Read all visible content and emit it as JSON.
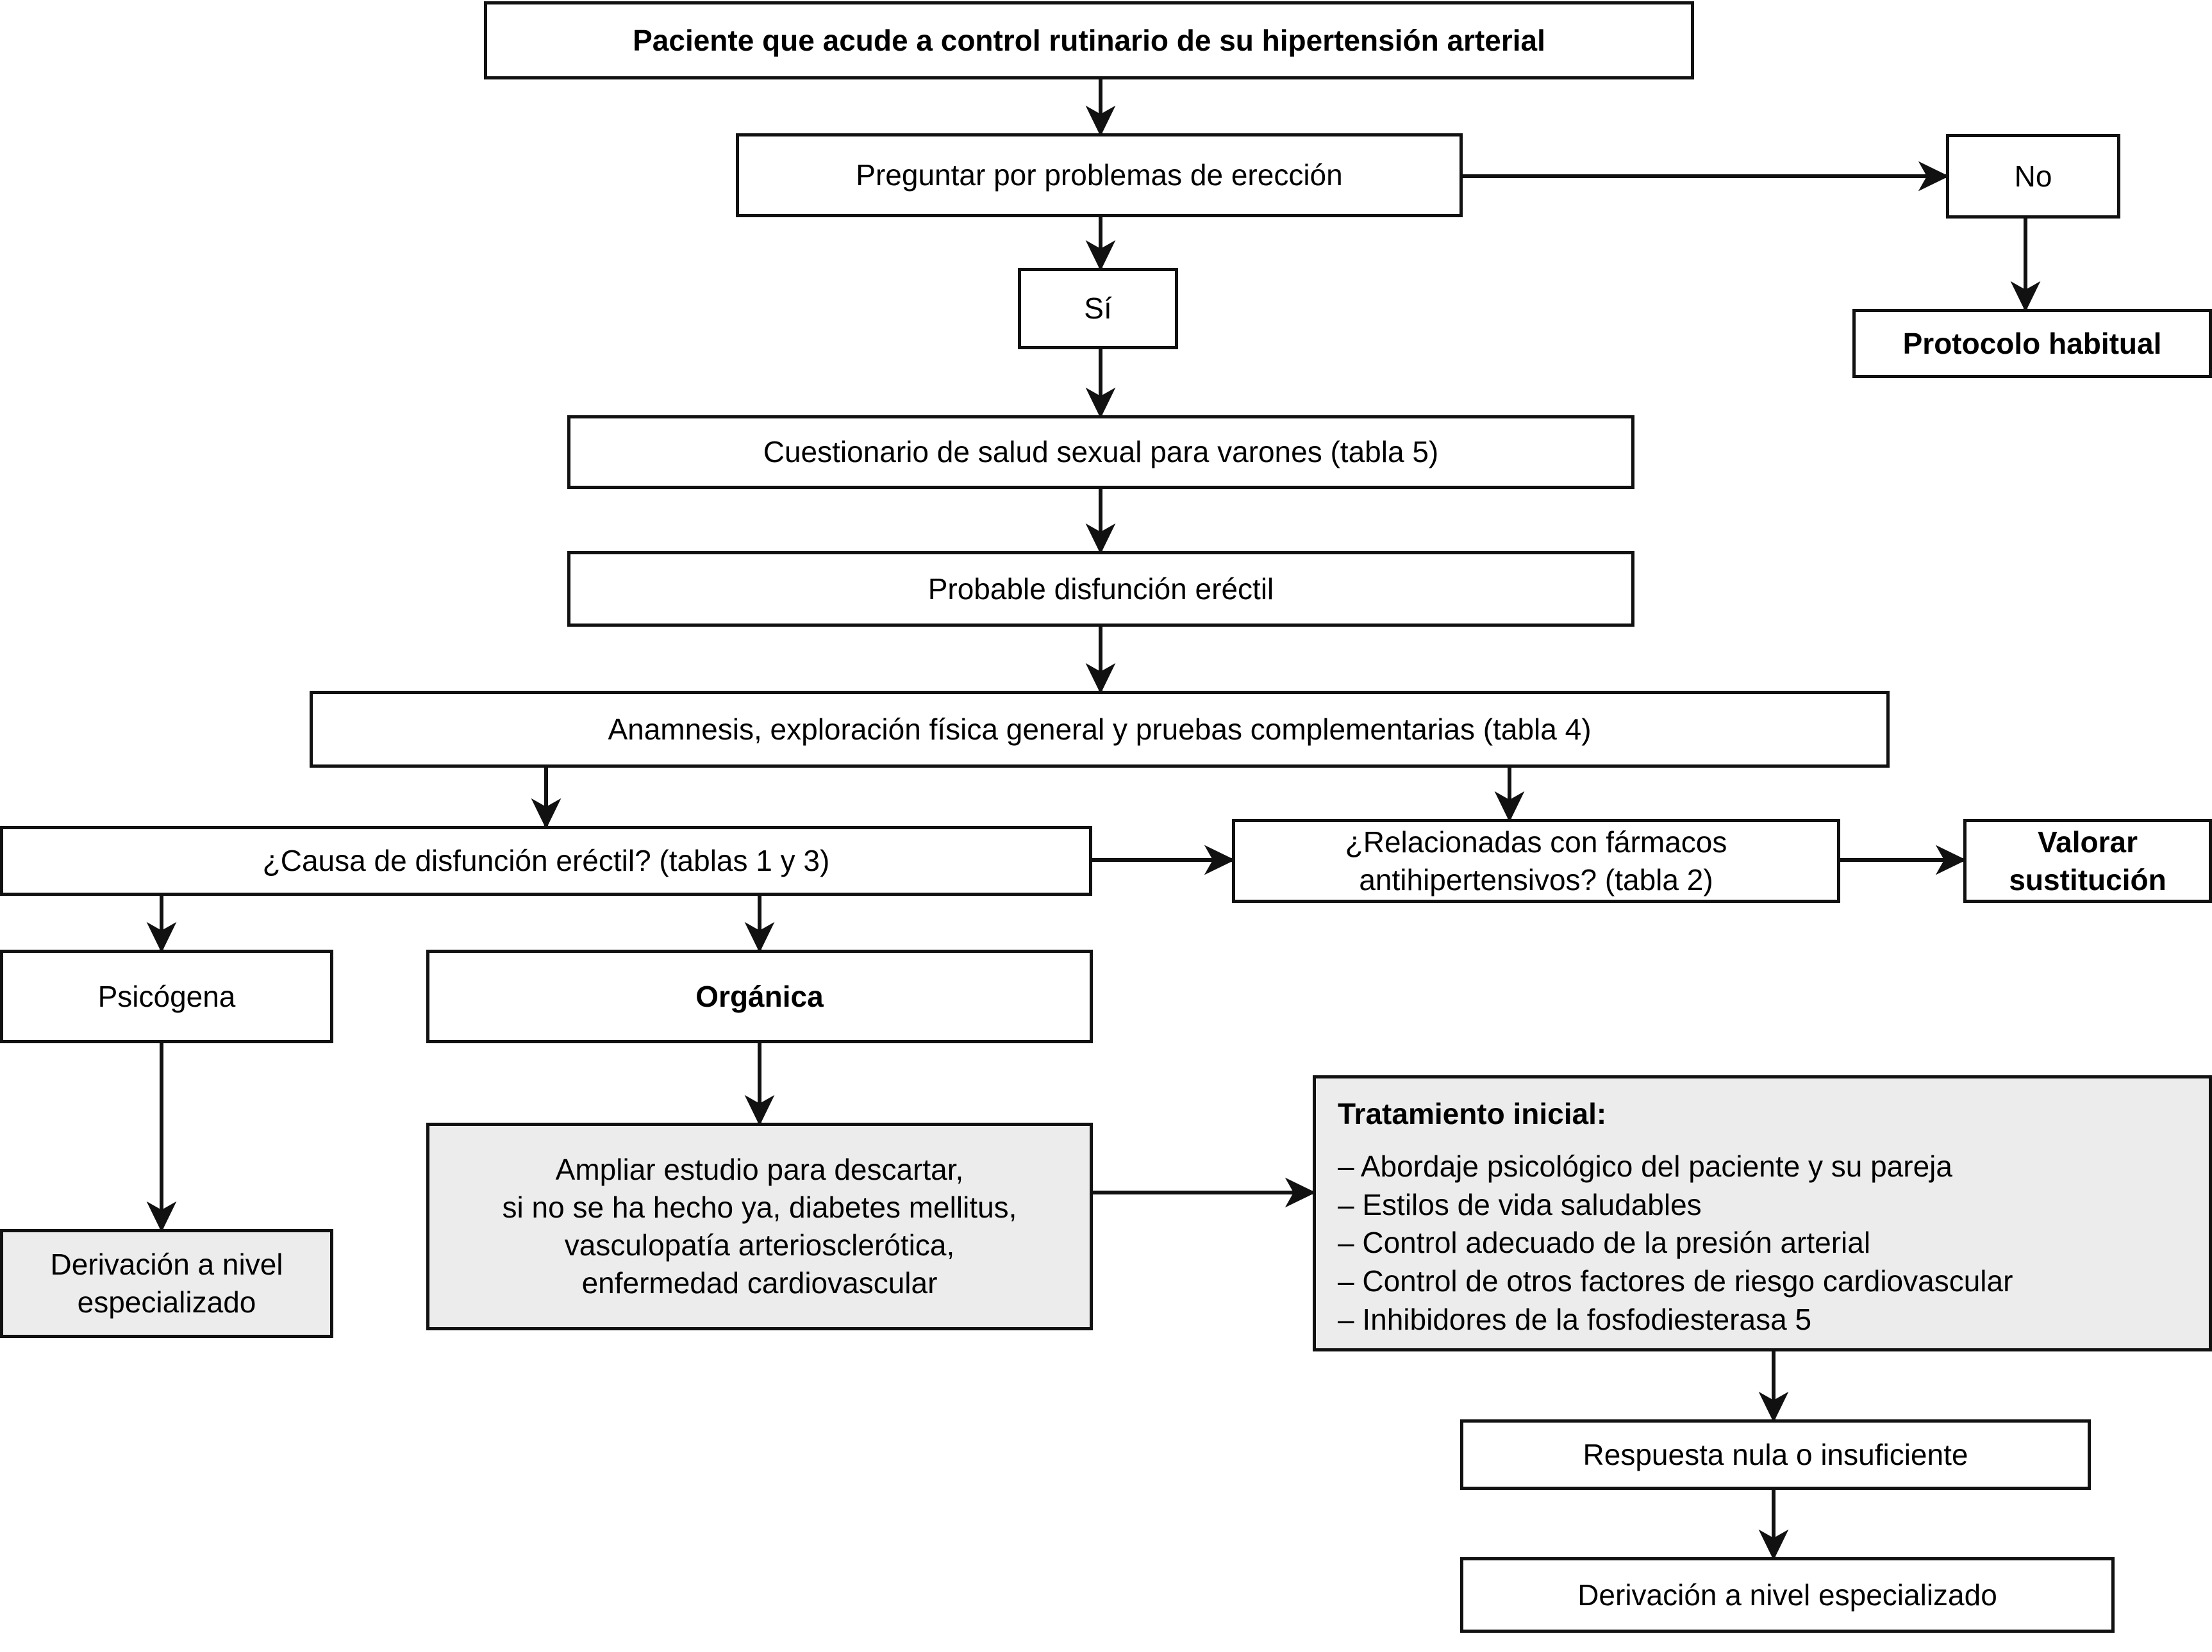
{
  "diagram": {
    "title_node": "Paciente que acude a control rutinario de su hipertensión arterial",
    "nodes": {
      "ask_erection": "Preguntar por problemas de erección",
      "no": "No",
      "protocolo_habitual": "Protocolo habitual",
      "si": "Sí",
      "cuestionario": "Cuestionario de salud sexual para varones (tabla 5)",
      "probable_de": "Probable disfunción eréctil",
      "anamnesis": "Anamnesis, exploración física general y pruebas complementarias (tabla 4)",
      "causa_de": "¿Causa de disfunción eréctil? (tablas 1 y 3)",
      "relacionadas_l1": "¿Relacionadas con fármacos",
      "relacionadas_l2": "antihipertensivos? (tabla 2)",
      "valorar_l1": "Valorar",
      "valorar_l2": "sustitución",
      "psicogena": "Psicógena",
      "organica": "Orgánica",
      "derivacion_l1": "Derivación a nivel",
      "derivacion_l2": "especializado",
      "ampliar_l1": "Ampliar estudio para descartar,",
      "ampliar_l2": "si no se ha hecho ya, diabetes mellitus,",
      "ampliar_l3": "vasculopatía arteriosclerótica,",
      "ampliar_l4": "enfermedad cardiovascular",
      "respuesta_nula": "Respuesta nula o insuficiente",
      "derivacion_final": "Derivación a nivel especializado"
    },
    "treatment_panel": {
      "title": "Tratamiento inicial:",
      "items": [
        "– Abordaje psicológico del paciente y su pareja",
        "– Estilos de vida saludables",
        "– Control adecuado de la presión arterial",
        "– Control de otros factores de riesgo cardiovascular",
        "– Inhibidores de la fosfodiesterasa 5"
      ]
    },
    "colors": {
      "stroke": "#111111",
      "shaded_fill": "#ececec",
      "background": "#ffffff"
    }
  }
}
